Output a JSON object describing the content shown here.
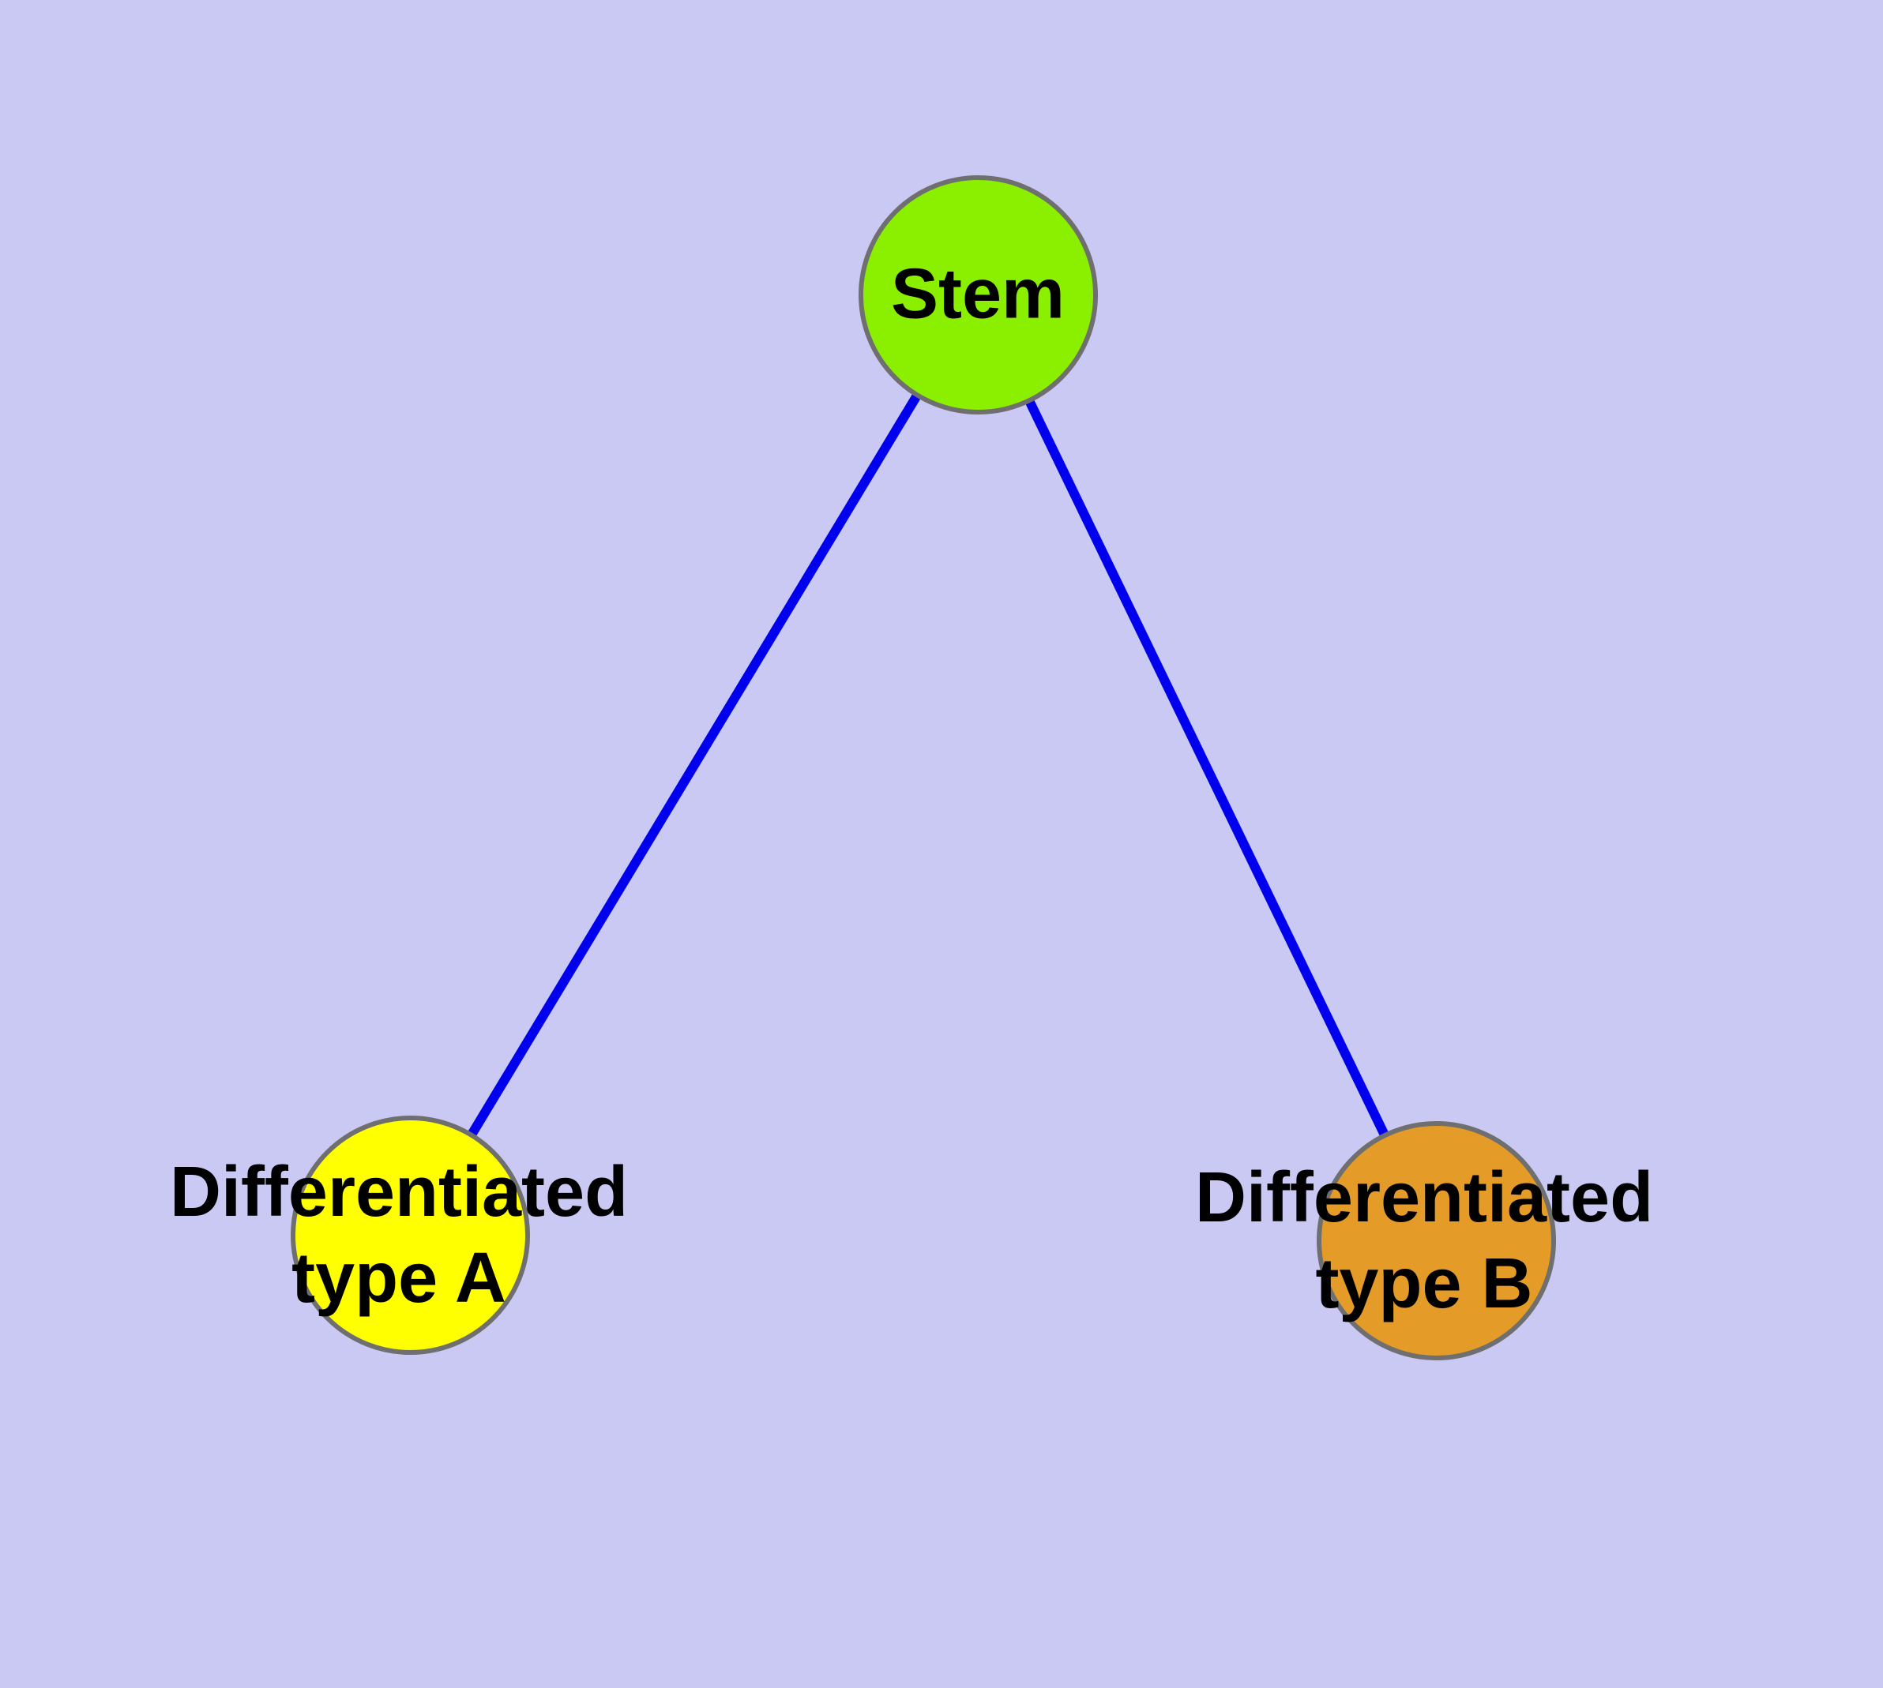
{
  "colors": {
    "background": "#c9c9f4",
    "edge": "#0000ee",
    "node_border": "#6f6f6f",
    "label_text": "#000000"
  },
  "graph": {
    "nodes": [
      {
        "id": "stem",
        "label": "Stem",
        "fill": "#8bf000"
      },
      {
        "id": "type-a",
        "label": "Differentiated\ntype A",
        "fill": "#ffff00"
      },
      {
        "id": "type-b",
        "label": "Differentiated\ntype B",
        "fill": "#e49b28"
      }
    ],
    "edges": [
      {
        "source": "stem",
        "target": "type-a"
      },
      {
        "source": "stem",
        "target": "type-b"
      }
    ]
  }
}
